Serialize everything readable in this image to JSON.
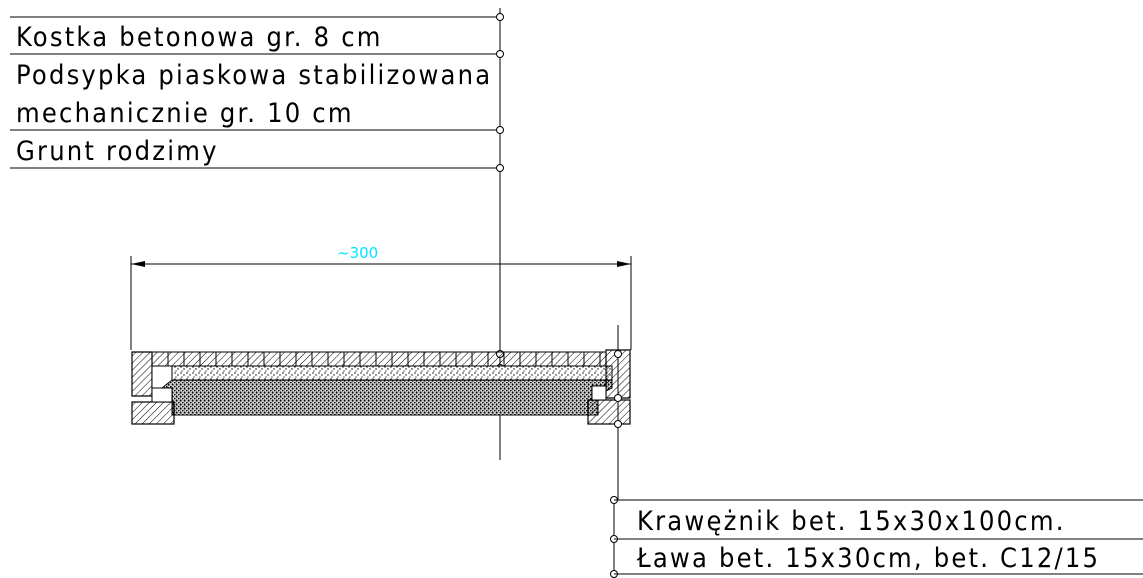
{
  "legend_top": {
    "layers": [
      "Kostka betonowa gr. 8 cm",
      "Podsypka piaskowa stabilizowana",
      "mechanicznie gr. 10 cm",
      "Grunt rodzimy"
    ]
  },
  "dimension": {
    "width_label": "~300"
  },
  "legend_bottom": {
    "items": [
      "Krawężnik bet. 15x30x100cm.",
      "Ława bet. 15x30cm, bet. C12/15"
    ]
  },
  "colors": {
    "lines": "#000000",
    "dimension_text": "#00e5ff",
    "background": "#ffffff"
  }
}
